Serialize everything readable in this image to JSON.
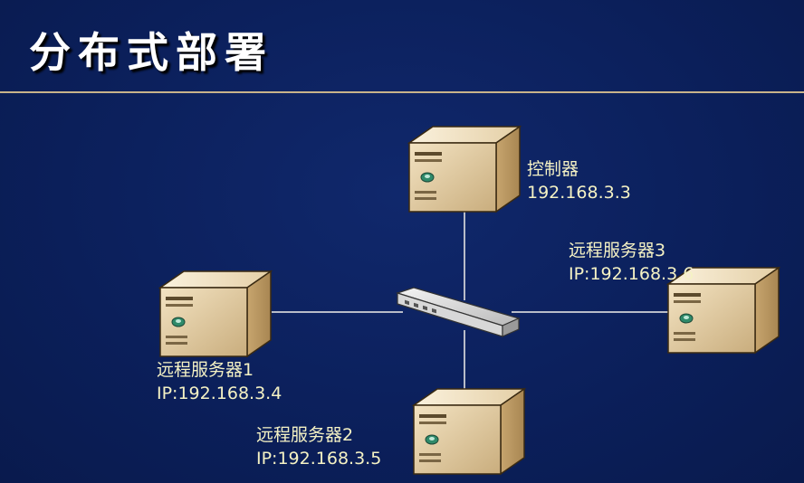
{
  "title": "分布式部署",
  "nodes": {
    "controller": {
      "name": "控制器",
      "ip": "192.168.3.3"
    },
    "server1": {
      "name": "远程服务器1",
      "ip": "IP:192.168.3.4"
    },
    "server2": {
      "name": "远程服务器2",
      "ip": "IP:192.168.3.5"
    },
    "server3": {
      "name": "远程服务器3",
      "ip": "IP:192.168.3.6"
    }
  },
  "colors": {
    "background": "#0b1f5a",
    "title": "#ffffff",
    "label": "#f5f2c4",
    "rule": "#c8b38a",
    "link": "#b8bcc8",
    "server": "#e8d2a8"
  },
  "icons": {
    "server": "server-tower-icon",
    "switch": "network-switch-icon"
  }
}
